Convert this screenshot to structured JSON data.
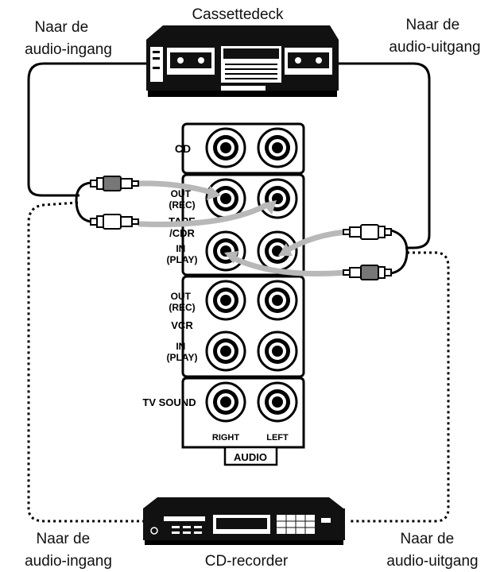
{
  "devices": {
    "cassette_deck": "Cassettedeck",
    "cd_recorder": "CD-recorder"
  },
  "captions": {
    "top_left": [
      "Naar de",
      "audio-ingang"
    ],
    "top_right": [
      "Naar de",
      "audio-uitgang"
    ],
    "bottom_left": [
      "Naar de",
      "audio-ingang"
    ],
    "bottom_right": [
      "Naar de",
      "audio-uitgang"
    ]
  },
  "panel": {
    "cd": "CD",
    "tape_out": [
      "OUT",
      "(REC)"
    ],
    "tape": "TAPE",
    "cdr": "/CDR",
    "tape_in": [
      "IN",
      "(PLAY)"
    ],
    "vcr_out": [
      "OUT",
      "(REC)"
    ],
    "vcr": "VCR",
    "vcr_in": [
      "IN",
      "(PLAY)"
    ],
    "tv_sound": "TV SOUND",
    "right": "RIGHT",
    "left": "LEFT",
    "audio": "AUDIO"
  }
}
